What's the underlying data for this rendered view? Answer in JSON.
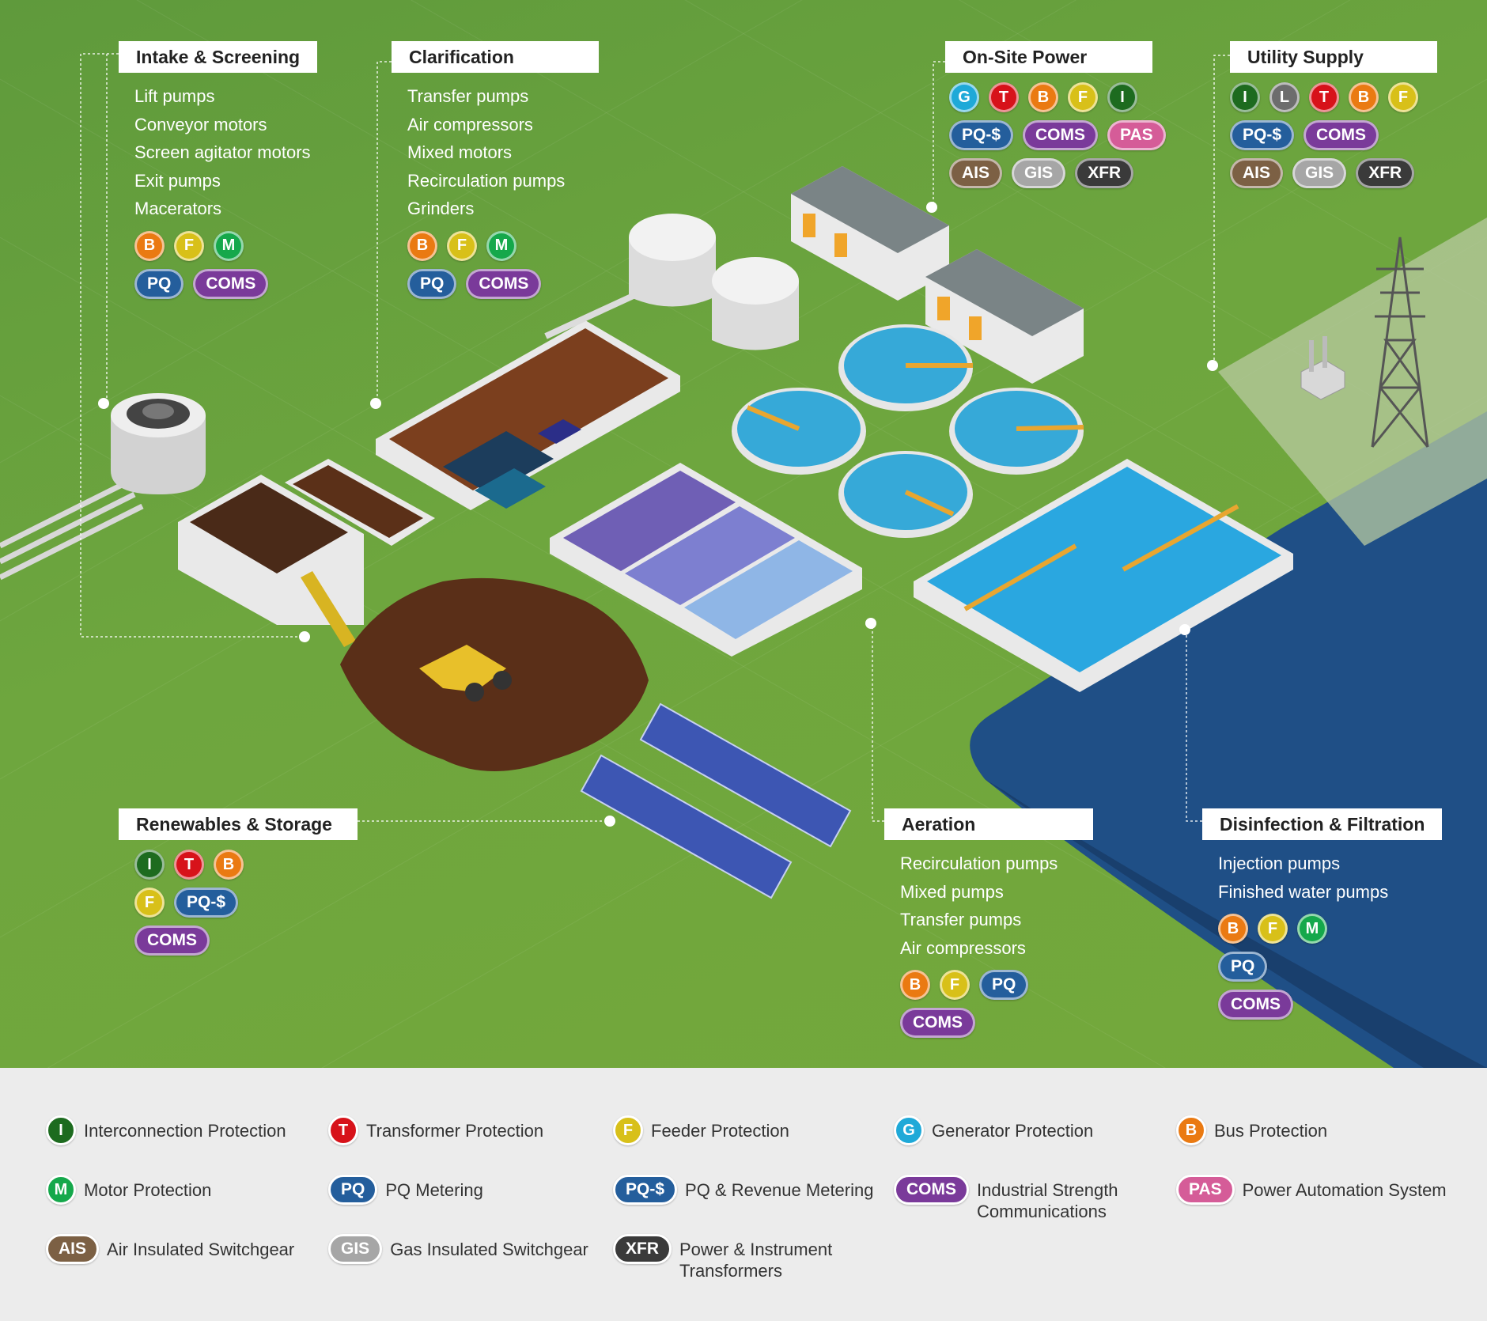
{
  "colors": {
    "I": "#1d6b1f",
    "T": "#d7121a",
    "F": "#d8c019",
    "G": "#1fa9d8",
    "B": "#ea7a12",
    "M": "#15a84b",
    "L": "#6d6d6d",
    "PQ": "#245e9c",
    "PQS": "#245e9c",
    "COMS": "#7a3a9a",
    "PAS": "#d55c98",
    "AIS": "#7c6044",
    "GIS": "#a6a6a6",
    "XFR": "#3a3a3a"
  },
  "sections": {
    "intake": {
      "title": "Intake & Screening",
      "items": [
        "Lift pumps",
        "Conveyor motors",
        "Screen agitator motors",
        "Exit pumps",
        "Macerators"
      ],
      "badges": [
        {
          "code": "B",
          "label": "B"
        },
        {
          "code": "F",
          "label": "F"
        },
        {
          "code": "M",
          "label": "M"
        },
        {
          "code": "PQ",
          "label": "PQ"
        },
        {
          "code": "COMS",
          "label": "COMS"
        }
      ]
    },
    "clarification": {
      "title": "Clarification",
      "items": [
        "Transfer pumps",
        "Air compressors",
        "Mixed motors",
        "Recirculation pumps",
        "Grinders"
      ],
      "badges": [
        {
          "code": "B",
          "label": "B"
        },
        {
          "code": "F",
          "label": "F"
        },
        {
          "code": "M",
          "label": "M"
        },
        {
          "code": "PQ",
          "label": "PQ"
        },
        {
          "code": "COMS",
          "label": "COMS"
        }
      ]
    },
    "onsite_power": {
      "title": "On-Site Power",
      "items": [],
      "badges": [
        {
          "code": "G",
          "label": "G"
        },
        {
          "code": "T",
          "label": "T"
        },
        {
          "code": "B",
          "label": "B"
        },
        {
          "code": "F",
          "label": "F"
        },
        {
          "code": "I",
          "label": "I"
        },
        {
          "code": "PQS",
          "label": "PQ-$"
        },
        {
          "code": "COMS",
          "label": "COMS"
        },
        {
          "code": "PAS",
          "label": "PAS"
        },
        {
          "code": "AIS",
          "label": "AIS"
        },
        {
          "code": "GIS",
          "label": "GIS"
        },
        {
          "code": "XFR",
          "label": "XFR"
        }
      ]
    },
    "utility": {
      "title": "Utility Supply",
      "items": [],
      "badges": [
        {
          "code": "I",
          "label": "I"
        },
        {
          "code": "L",
          "label": "L"
        },
        {
          "code": "T",
          "label": "T"
        },
        {
          "code": "B",
          "label": "B"
        },
        {
          "code": "F",
          "label": "F"
        },
        {
          "code": "PQS",
          "label": "PQ-$"
        },
        {
          "code": "COMS",
          "label": "COMS"
        },
        {
          "code": "AIS",
          "label": "AIS"
        },
        {
          "code": "GIS",
          "label": "GIS"
        },
        {
          "code": "XFR",
          "label": "XFR"
        }
      ]
    },
    "renewables": {
      "title": "Renewables & Storage",
      "items": [],
      "badges": [
        {
          "code": "I",
          "label": "I"
        },
        {
          "code": "T",
          "label": "T"
        },
        {
          "code": "B",
          "label": "B"
        },
        {
          "code": "F",
          "label": "F"
        },
        {
          "code": "PQS",
          "label": "PQ-$"
        },
        {
          "code": "COMS",
          "label": "COMS"
        }
      ]
    },
    "aeration": {
      "title": "Aeration",
      "items": [
        "Recirculation pumps",
        "Mixed pumps",
        "Transfer pumps",
        "Air compressors"
      ],
      "badges": [
        {
          "code": "B",
          "label": "B"
        },
        {
          "code": "F",
          "label": "F"
        },
        {
          "code": "PQ",
          "label": "PQ"
        },
        {
          "code": "COMS",
          "label": "COMS"
        }
      ]
    },
    "disinfection": {
      "title": "Disinfection & Filtration",
      "items": [
        "Injection pumps",
        "Finished water pumps"
      ],
      "badges": [
        {
          "code": "B",
          "label": "B"
        },
        {
          "code": "F",
          "label": "F"
        },
        {
          "code": "M",
          "label": "M"
        },
        {
          "code": "PQ",
          "label": "PQ"
        },
        {
          "code": "COMS",
          "label": "COMS"
        }
      ]
    }
  },
  "legend": [
    {
      "code": "I",
      "badge": "I",
      "text": "Interconnection Protection"
    },
    {
      "code": "T",
      "badge": "T",
      "text": "Transformer Protection"
    },
    {
      "code": "F",
      "badge": "F",
      "text": "Feeder Protection"
    },
    {
      "code": "G",
      "badge": "G",
      "text": "Generator Protection"
    },
    {
      "code": "B",
      "badge": "B",
      "text": "Bus Protection"
    },
    {
      "code": "M",
      "badge": "M",
      "text": "Motor Protection"
    },
    {
      "code": "PQ",
      "badge": "PQ",
      "text": "PQ Metering"
    },
    {
      "code": "PQS",
      "badge": "PQ-$",
      "text": "PQ & Revenue Metering"
    },
    {
      "code": "COMS",
      "badge": "COMS",
      "text": "Industrial Strength Communications"
    },
    {
      "code": "PAS",
      "badge": "PAS",
      "text": "Power Automation System"
    },
    {
      "code": "AIS",
      "badge": "AIS",
      "text": "Air Insulated Switchgear"
    },
    {
      "code": "GIS",
      "badge": "GIS",
      "text": "Gas Insulated Switchgear"
    },
    {
      "code": "XFR",
      "badge": "XFR",
      "text": "Power & Instrument Transformers"
    }
  ]
}
